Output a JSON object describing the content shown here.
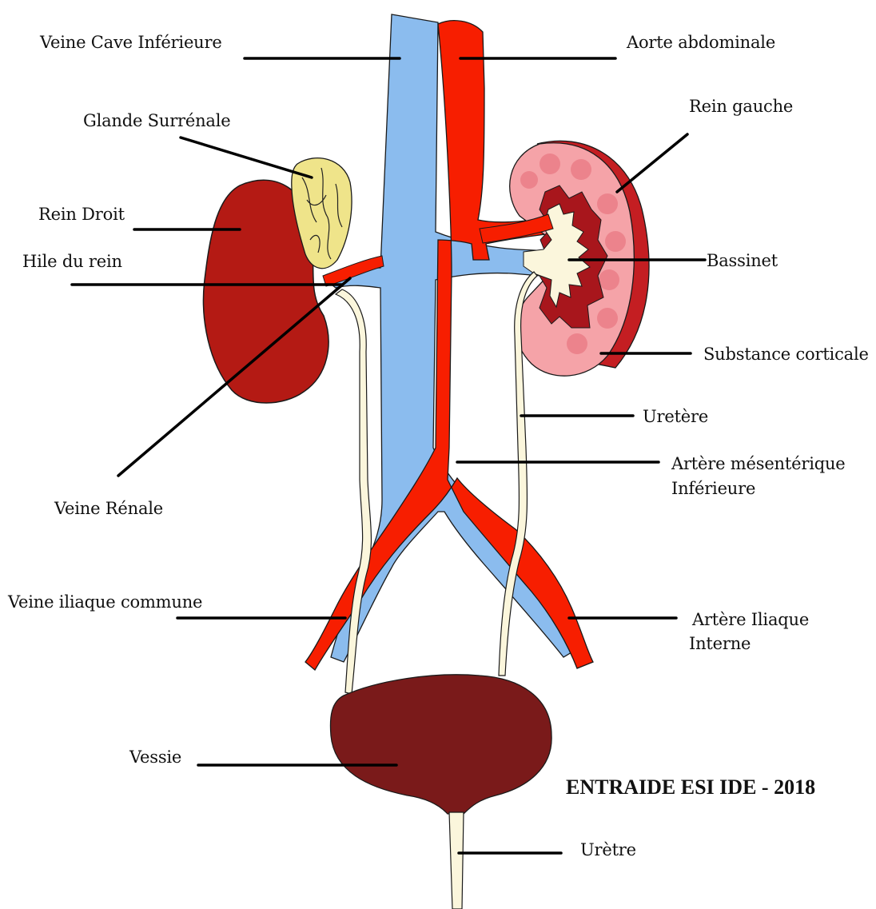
{
  "labels": {
    "veine_cave": "Veine Cave Inférieure",
    "aorte": "Aorte abdominale",
    "glande": "Glande Surrénale",
    "rein_gauche": "Rein gauche",
    "rein_droit": "Rein Droit",
    "hile": "Hile du rein",
    "bassinet": "Bassinet",
    "substance": "Substance corticale",
    "uretere": "Uretère",
    "mesenterique_1": "Artère mésentérique",
    "mesenterique_2": "Inférieure",
    "veine_renale": "Veine Rénale",
    "veine_iliaque": "Veine iliaque commune",
    "artere_iliaque_1": "Artère Iliaque",
    "artere_iliaque_2": "Interne",
    "vessie": "Vessie",
    "uretre": "Urètre"
  },
  "credit": "ENTRAIDE ESI IDE - 2018",
  "colors": {
    "vein": "#8bbcee",
    "artery": "#f71e00",
    "kidney_right": "#b41a14",
    "kidney_left_cortex": "#f5a3a8",
    "kidney_left_capsule": "#c41e22",
    "bladder": "#7a1a1a",
    "ureter": "#fbf6dc",
    "adrenal": "#efe48a",
    "leader": "#000000"
  }
}
